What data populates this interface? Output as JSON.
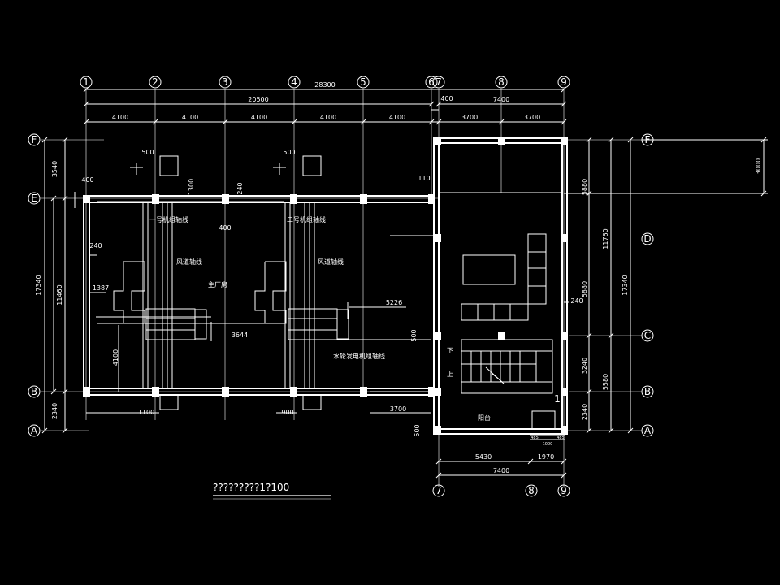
{
  "grid_columns": [
    "1",
    "2",
    "3",
    "4",
    "5",
    "6",
    "7",
    "8",
    "9"
  ],
  "grid_rows_left": [
    "F",
    "E",
    "B",
    "A"
  ],
  "grid_rows_right": [
    "F",
    "D",
    "C",
    "B",
    "A"
  ],
  "dimensions": {
    "overall_top": "28300",
    "left_span": "20500",
    "right_span": "7400",
    "bay": "4100",
    "right_bay": "3700",
    "offset_400": "400",
    "left_vertical": [
      "3540",
      "17340",
      "11460",
      "2340"
    ],
    "right_vertical": [
      "5880",
      "11760",
      "5880",
      "3240",
      "5580",
      "2340",
      "17340"
    ],
    "far_right": "3000",
    "misc": [
      "500",
      "500",
      "1300",
      "240",
      "400",
      "240",
      "1387",
      "4100",
      "3644",
      "5226",
      "500",
      "1100",
      "900",
      "3700",
      "110",
      "240",
      "500"
    ],
    "bottom": [
      "5430",
      "1970",
      "7400",
      "485",
      "1000",
      "485"
    ]
  },
  "room_labels": {
    "unit1_axis": "一号机组轴线",
    "unit2_axis": "二号机组轴线",
    "duct1": "风道轴线",
    "duct2": "风道轴线",
    "main_building": "主厂房",
    "turbine_axis": "水轮发电机组轴线",
    "balcony": "阳台",
    "stair_down": "下",
    "stair_up": "上",
    "marker": "1"
  },
  "title": "?????????1?100"
}
